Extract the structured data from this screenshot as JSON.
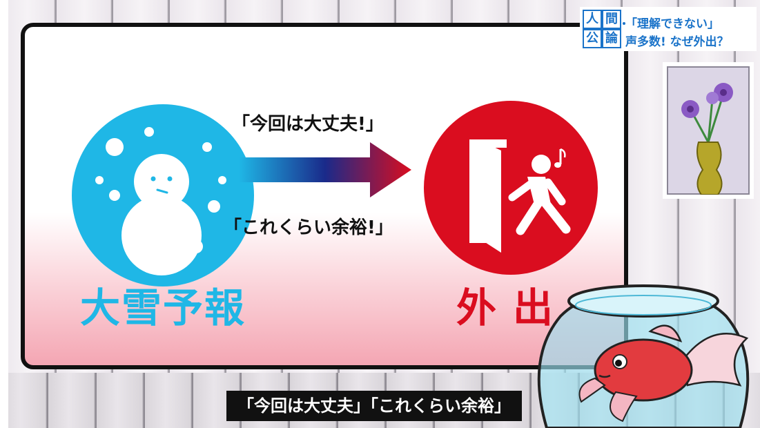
{
  "board": {
    "left_label": "大雪予報",
    "right_label": "外出",
    "quote_top": "「今回は大丈夫!」",
    "quote_bottom": "「これくらい余裕!」"
  },
  "badge": {
    "kanji": [
      "人",
      "間",
      "公",
      "論"
    ],
    "line1": "「理解できない」",
    "line2": "声多数! なぜ外出？"
  },
  "subtitle": "「今回は大丈夫」「これくらい余裕」",
  "icons": [
    "snowman-icon",
    "exit-door-icon",
    "arrow-icon",
    "fishbowl-icon",
    "goldfish-icon",
    "flower-vase-icon"
  ],
  "colors": {
    "snow_blue": "#1fb7e6",
    "exit_red": "#da0d1f",
    "badge_blue": "#1a73c9"
  }
}
